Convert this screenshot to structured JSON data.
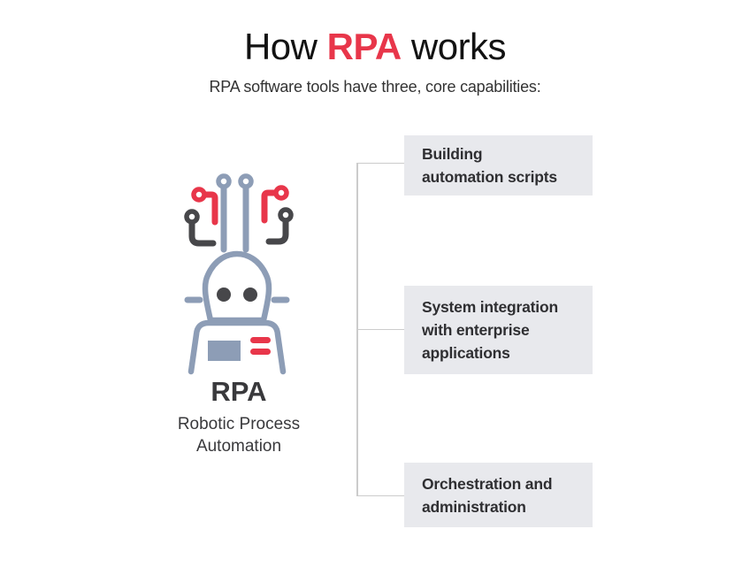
{
  "header": {
    "title_prefix": "How",
    "title_highlight": "RPA",
    "title_suffix": "works",
    "subtitle": "RPA software tools have three, core capabilities:"
  },
  "center": {
    "acronym": "RPA",
    "full_name": "Robotic Process\nAutomation",
    "icon": "robot-circuit-icon"
  },
  "capabilities": [
    {
      "label": "Building\nautomation scripts"
    },
    {
      "label": "System integration\nwith enterprise\napplications"
    },
    {
      "label": "Orchestration and\nadministration"
    }
  ],
  "colors": {
    "accent_red": "#e8364a",
    "icon_blue": "#8d9db6",
    "icon_dark": "#47474a",
    "box_bg": "#e8e9ed",
    "box_text": "#2f2f32",
    "connector": "#cccccc",
    "title_text": "#121212",
    "subtitle_text": "#333333",
    "label_text": "#39393c"
  }
}
